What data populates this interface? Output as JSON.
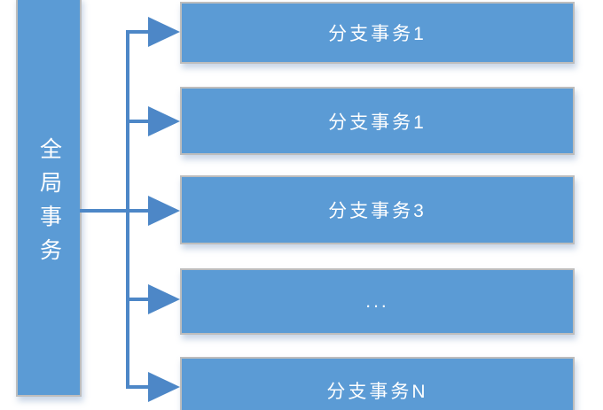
{
  "diagram": {
    "type": "tree",
    "root": {
      "label": "全局事务"
    },
    "branches": [
      {
        "label": "分支事务1"
      },
      {
        "label": "分支事务1"
      },
      {
        "label": "分支事务3"
      },
      {
        "label": "..."
      },
      {
        "label": "分支事务N"
      }
    ],
    "colors": {
      "box_fill": "#5b9bd5",
      "box_border": "#bdbdbd",
      "connector": "#4d87c7",
      "text": "#ffffff",
      "background": "#ffffff",
      "shadow": "rgba(130,160,200,0.45)"
    }
  }
}
